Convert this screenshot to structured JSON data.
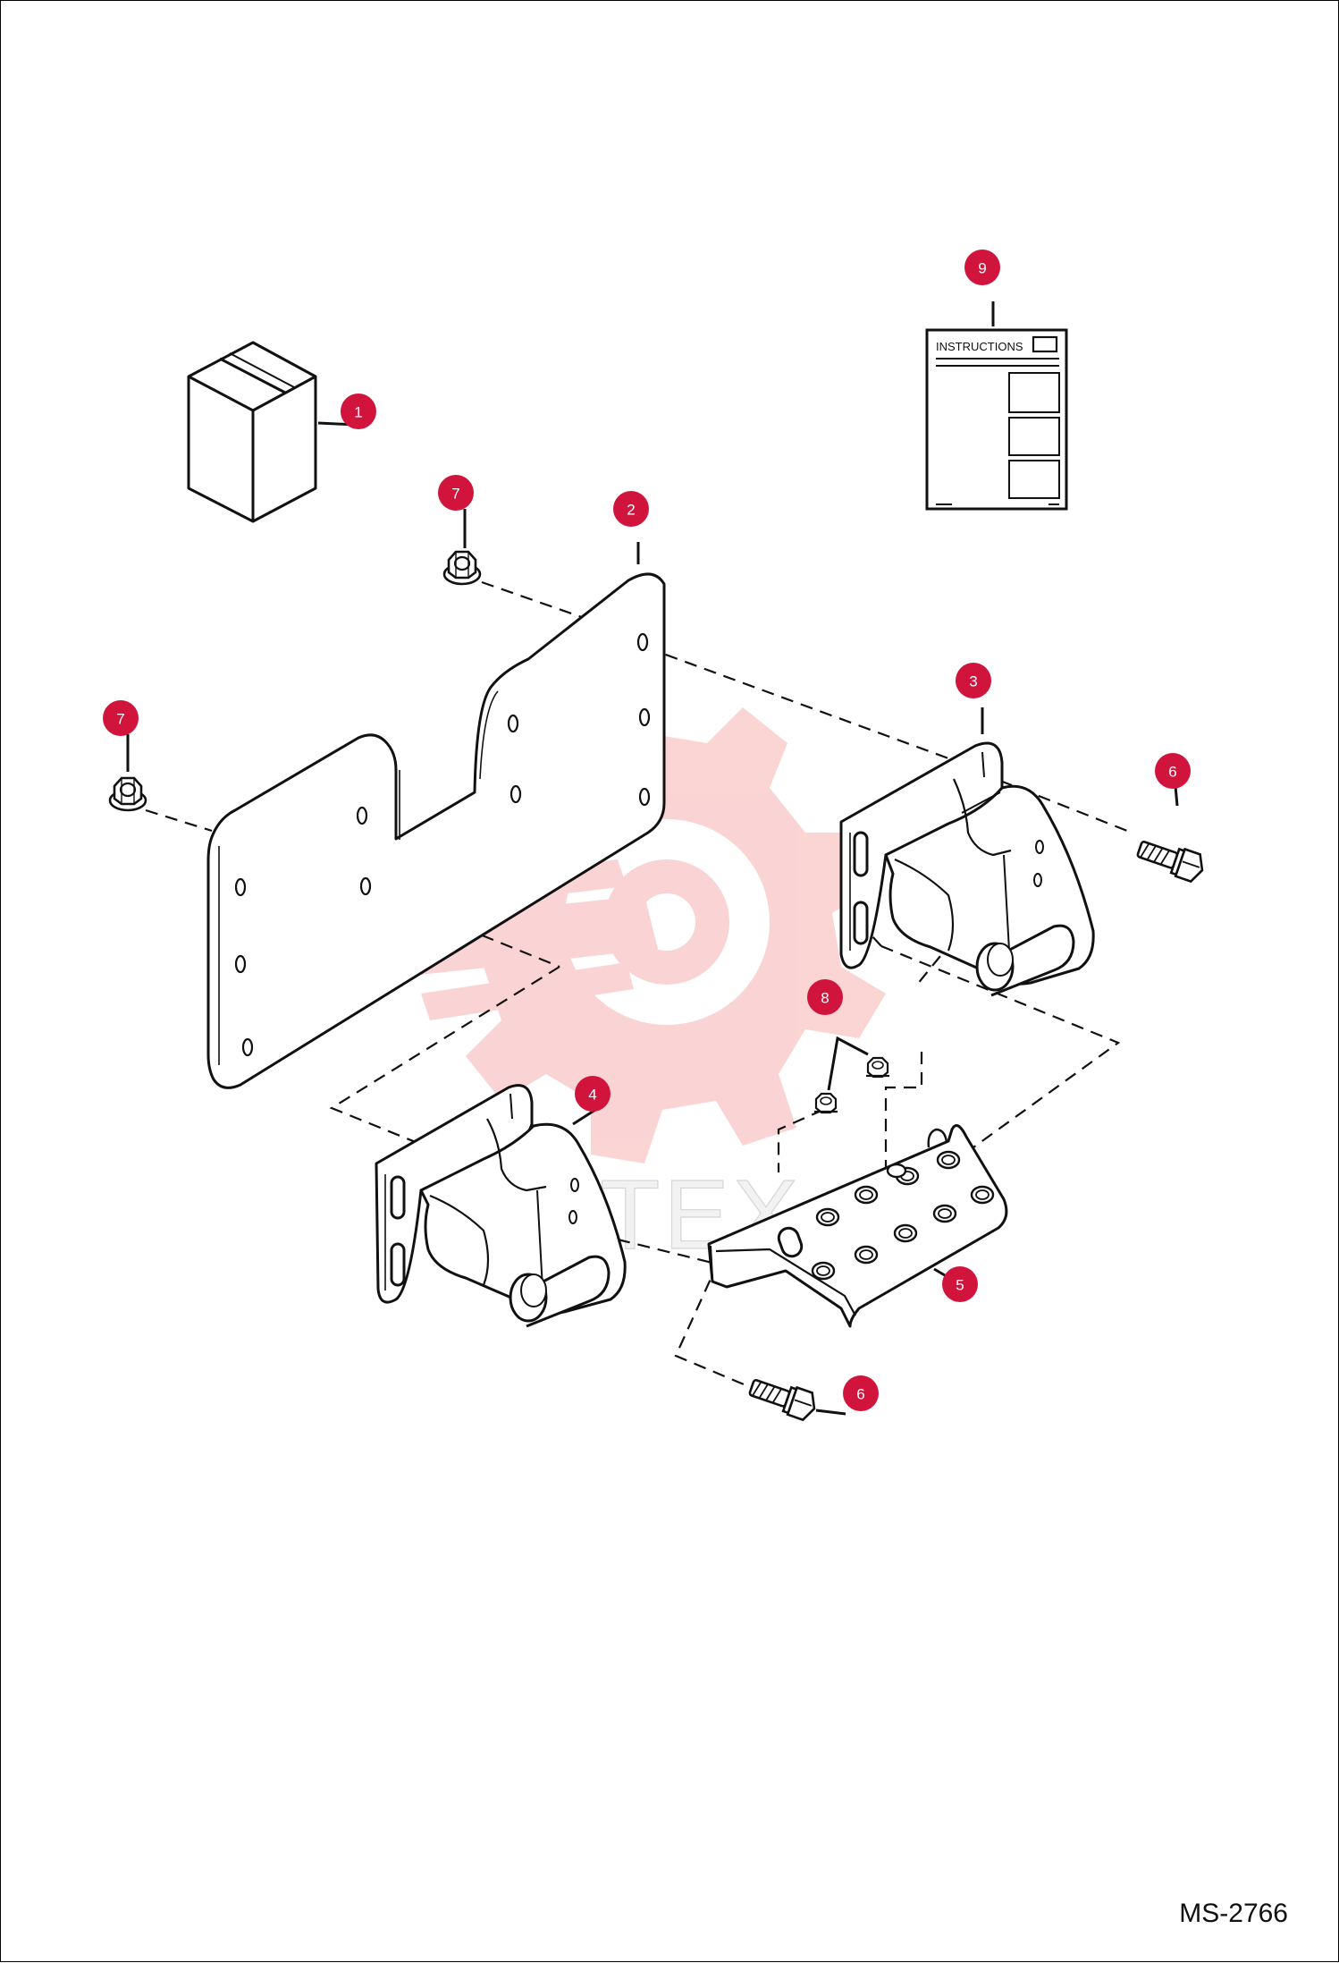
{
  "diagram": {
    "code": "MS-2766",
    "instructions_text": "INSTRUCTIONS",
    "watermark_text": "ИНТЕХ",
    "colors": {
      "callout": "#d0143c",
      "line": "#111111",
      "watermark": "#f7b9b9"
    }
  },
  "callouts": [
    {
      "label": "1",
      "part": "kit-box"
    },
    {
      "label": "2",
      "part": "mounting-plate"
    },
    {
      "label": "3",
      "part": "right-hinge-bracket"
    },
    {
      "label": "4",
      "part": "left-hinge-bracket"
    },
    {
      "label": "5",
      "part": "step-plate"
    },
    {
      "label": "6",
      "part": "flange-bolt"
    },
    {
      "label": "6",
      "part": "flange-bolt"
    },
    {
      "label": "7",
      "part": "flange-nut"
    },
    {
      "label": "7",
      "part": "flange-nut"
    },
    {
      "label": "8",
      "part": "small-bolt"
    },
    {
      "label": "9",
      "part": "instruction-sheet"
    }
  ]
}
